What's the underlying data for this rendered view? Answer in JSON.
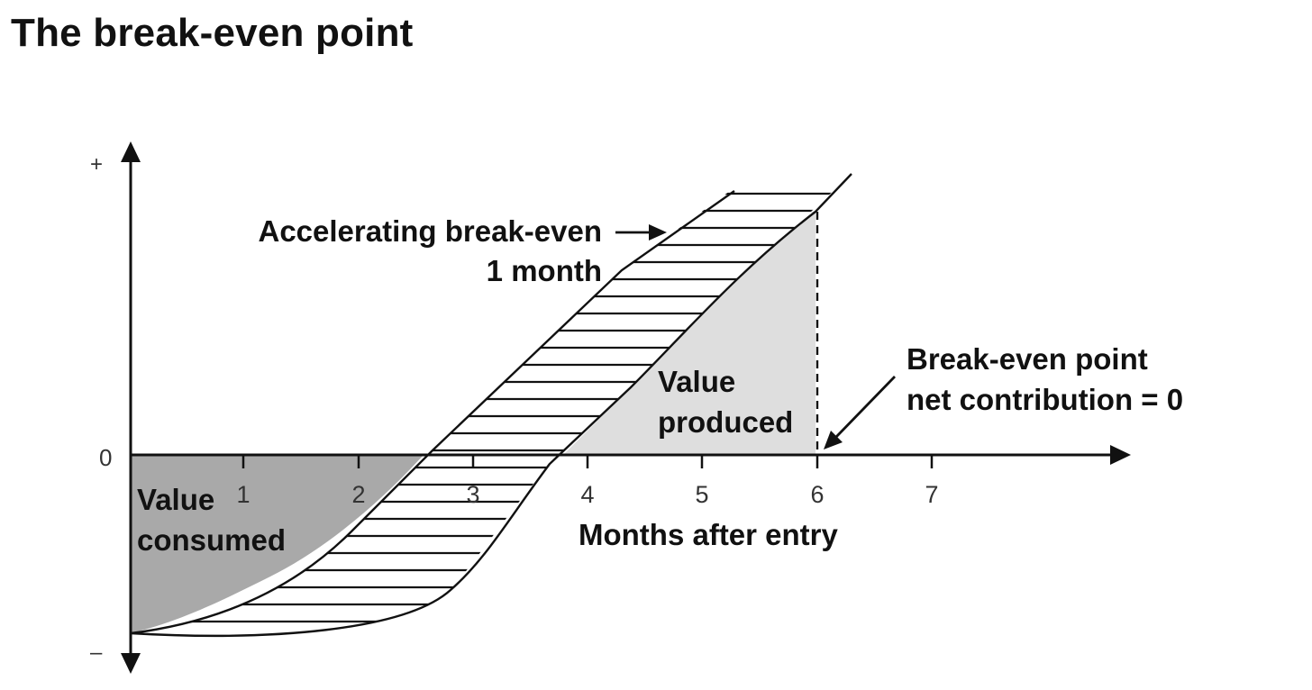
{
  "title": "The break-even point",
  "axis": {
    "y_plus": "+",
    "y_zero": "0",
    "y_minus": "–",
    "x_ticks": [
      "1",
      "2",
      "3",
      "4",
      "5",
      "6",
      "7"
    ],
    "x_label": "Months after entry"
  },
  "annotations": {
    "accelerating_line1": "Accelerating break-even",
    "accelerating_line2": "1 month",
    "breakeven_line1": "Break-even point",
    "breakeven_line2": "net contribution = 0",
    "value_produced_line1": "Value",
    "value_produced_line2": "produced",
    "value_consumed_line1": "Value",
    "value_consumed_line2": "consumed"
  },
  "colors": {
    "value_consumed_fill": "#a9a9a9",
    "value_produced_fill": "#dedede",
    "stroke": "#111111"
  }
}
